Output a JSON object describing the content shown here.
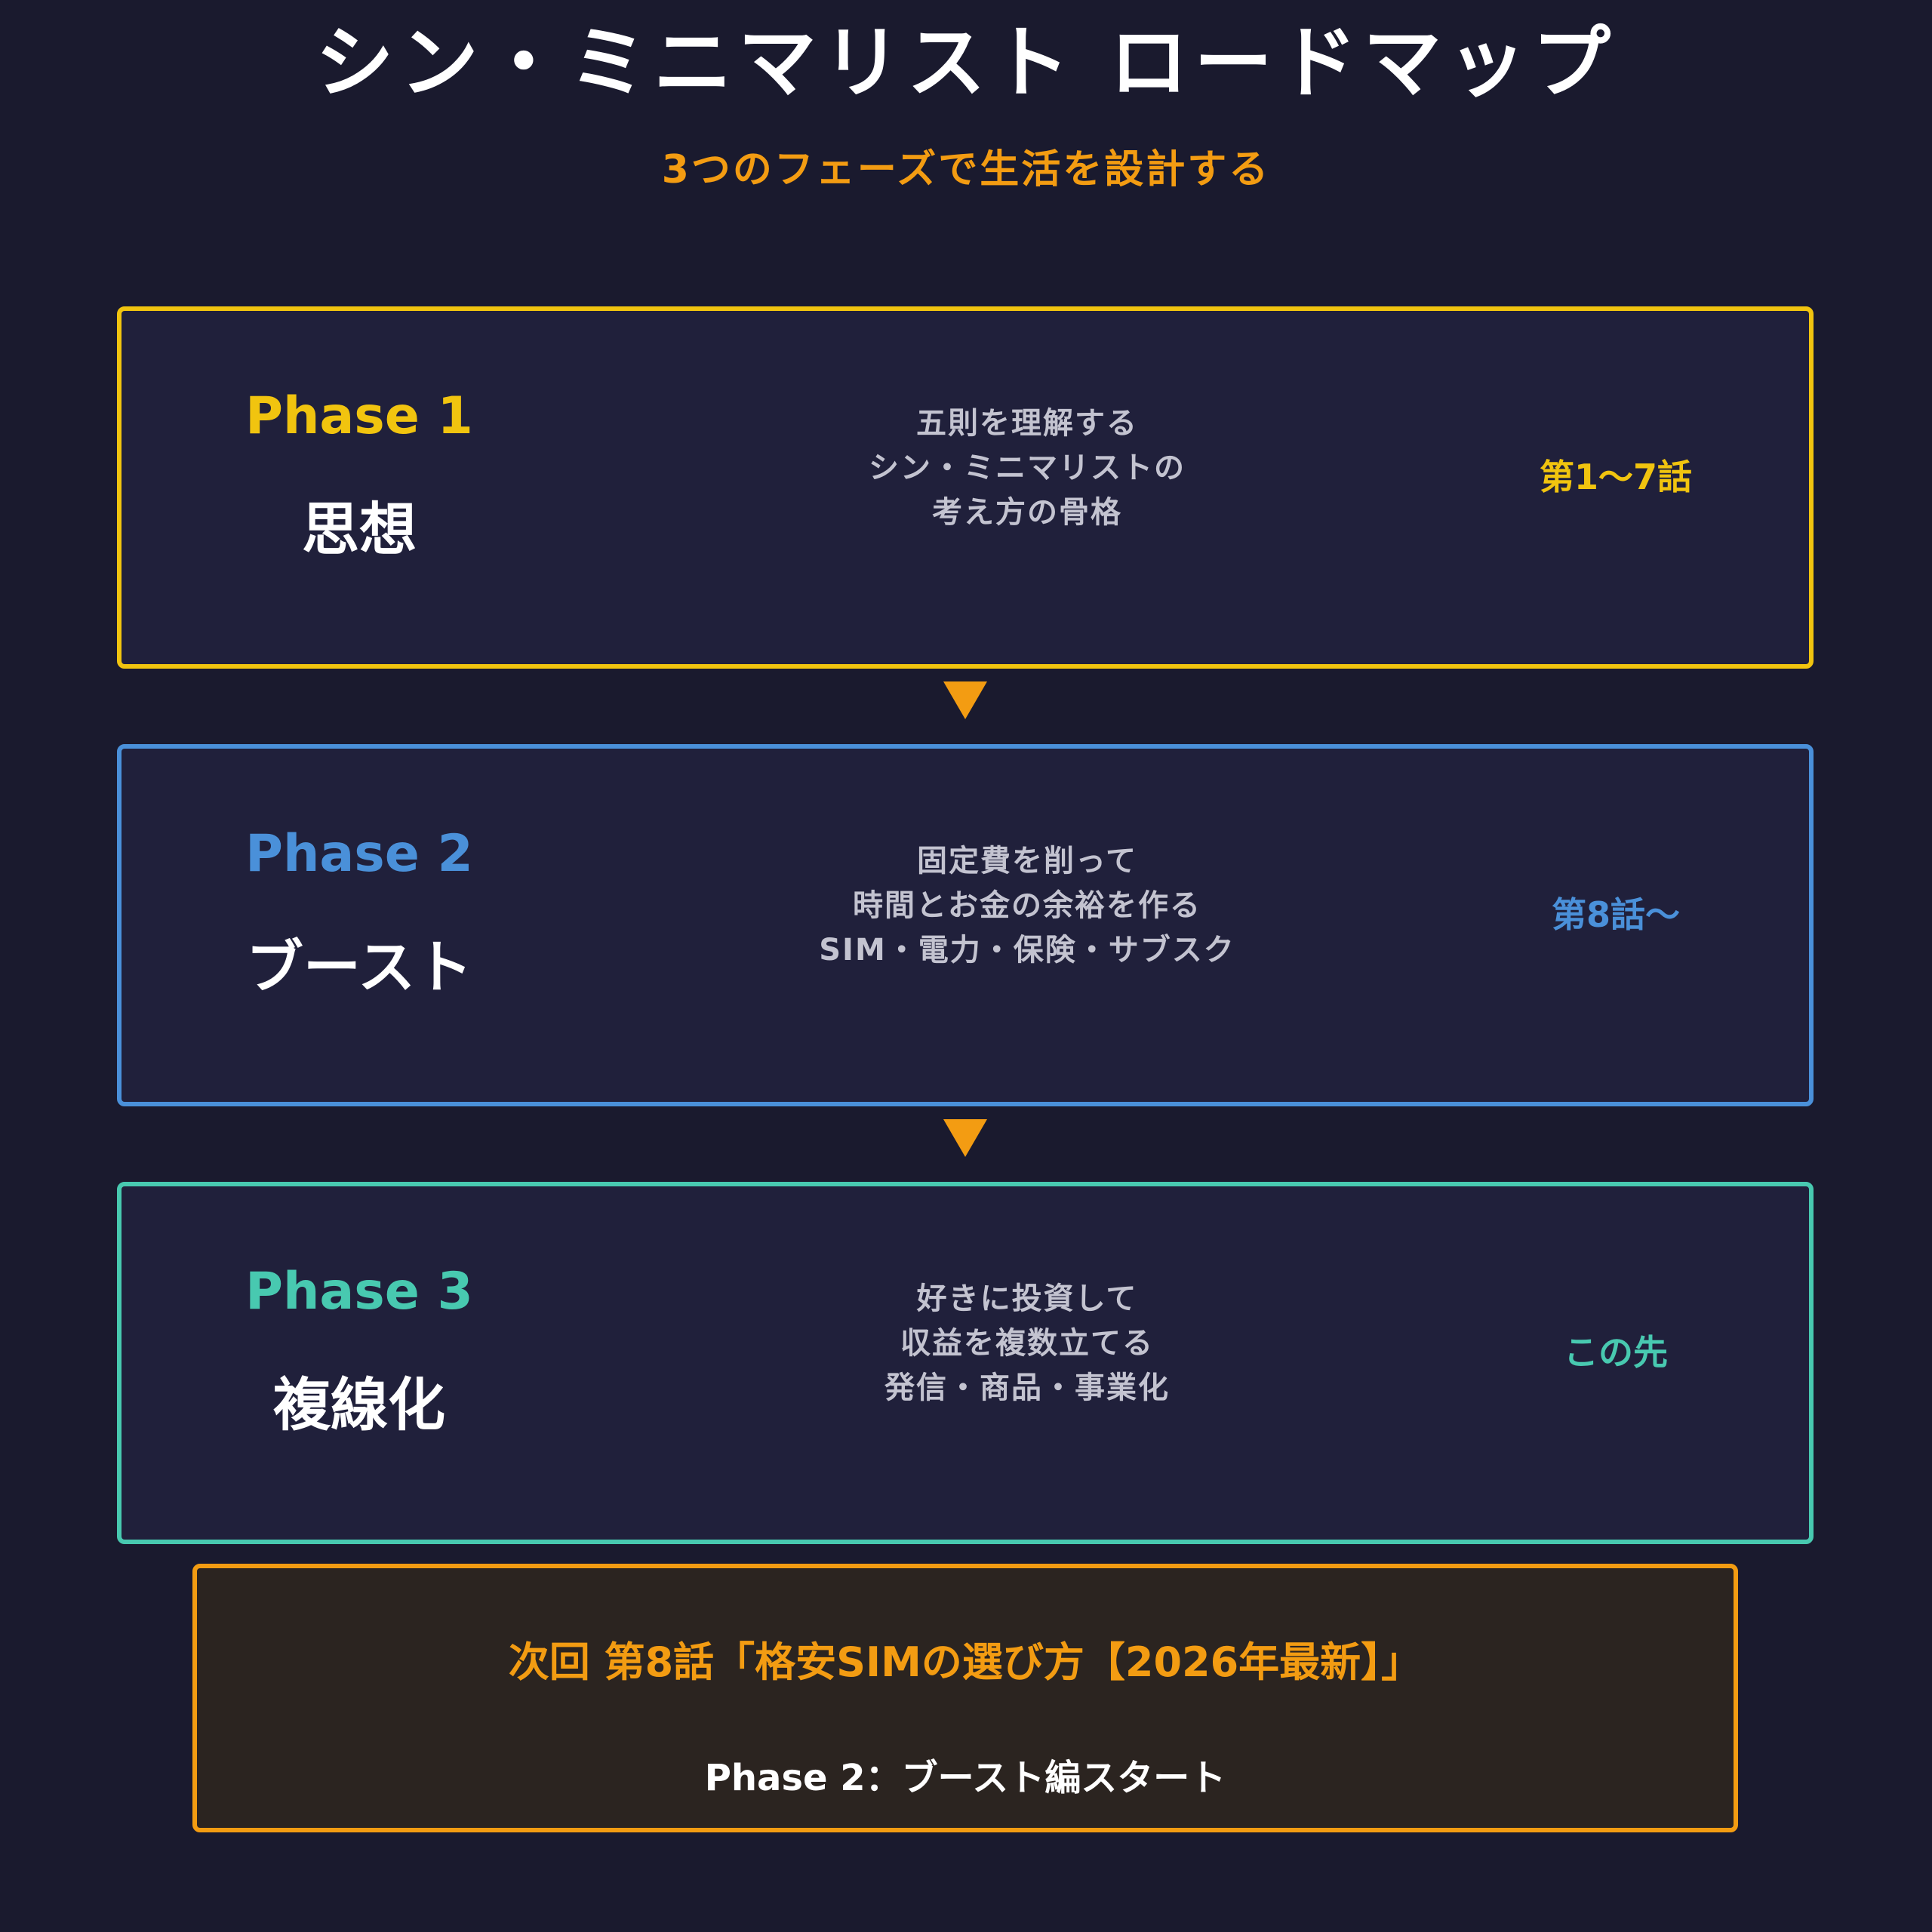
{
  "header": {
    "title": "シン・ミニマリスト ロードマップ",
    "subtitle": "3つのフェーズで生活を設計する"
  },
  "phases": [
    {
      "label": "Phase 1",
      "name": "思想",
      "desc": [
        "五則を理解する",
        "シン・ミニマリストの",
        "考え方の骨格"
      ],
      "episodes": "第1〜7話",
      "color": "#f1c40f"
    },
    {
      "label": "Phase 2",
      "name": "ブースト",
      "desc": [
        "固定費を削って",
        "時間とお金の余裕を作る",
        "SIM・電力・保険・サブスク"
      ],
      "episodes": "第8話〜",
      "color": "#4a90d9"
    },
    {
      "label": "Phase 3",
      "name": "複線化",
      "desc": [
        "好きに投資して",
        "収益を複数立てる",
        "発信・商品・事業化"
      ],
      "episodes": "この先",
      "color": "#48c9b0"
    }
  ],
  "next": {
    "title": "次回 第8話「格安SIMの選び方【2026年最新】」",
    "subtitle": "Phase 2：ブースト編スタート",
    "color": "#f39c12"
  }
}
